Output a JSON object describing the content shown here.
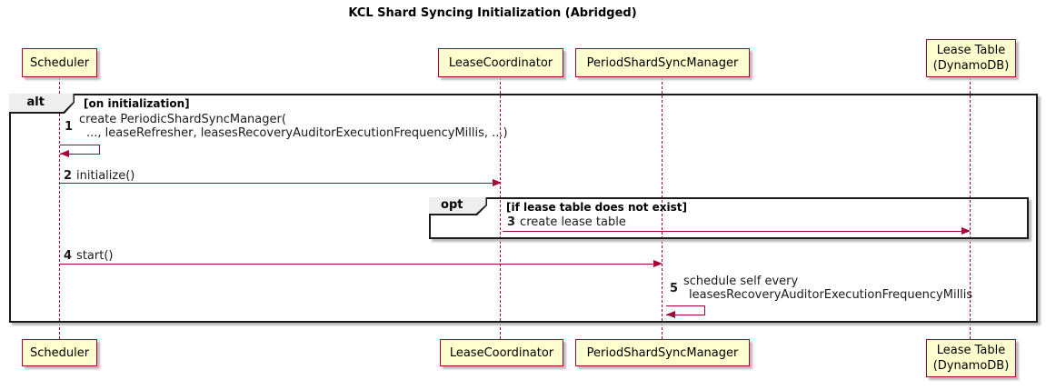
{
  "title": "KCL Shard Syncing Initialization (Abridged)",
  "colors": {
    "participant_fill": "#FEFECE",
    "participant_border": "#A80036",
    "arrow": "#A80036",
    "lifeline": "#A80036",
    "frame_border": "#1b1b1b",
    "frame_label_fill": "#EEEEEE",
    "shadow": "#BBBBBB",
    "background": "#FFFFFF",
    "text": "#1A1A1A"
  },
  "participants": [
    {
      "id": "scheduler",
      "lines": [
        "Scheduler"
      ]
    },
    {
      "id": "lease-coordinator",
      "lines": [
        "LeaseCoordinator"
      ]
    },
    {
      "id": "period-shard-sync-manager",
      "lines": [
        "PeriodShardSyncManager"
      ]
    },
    {
      "id": "lease-table",
      "lines": [
        "Lease Table",
        "(DynamoDB)"
      ]
    }
  ],
  "frames": [
    {
      "operator": "alt",
      "guard": "[on initialization]"
    },
    {
      "operator": "opt",
      "guard": "[if lease table does not exist]"
    }
  ],
  "messages": [
    {
      "num": "1",
      "lines": [
        "create PeriodicShardSyncManager(",
        "..., leaseRefresher, leasesRecoveryAuditorExecutionFrequencyMillis, ...)"
      ],
      "kind": "self",
      "from": "scheduler",
      "to": "scheduler"
    },
    {
      "num": "2",
      "text": "initialize()",
      "kind": "sync",
      "from": "scheduler",
      "to": "lease-coordinator"
    },
    {
      "num": "3",
      "text": "create lease table",
      "kind": "sync",
      "from": "lease-coordinator",
      "to": "lease-table"
    },
    {
      "num": "4",
      "text": "start()",
      "kind": "sync",
      "from": "scheduler",
      "to": "period-shard-sync-manager"
    },
    {
      "num": "5",
      "lines": [
        "schedule self every",
        "leasesRecoveryAuditorExecutionFrequencyMillis"
      ],
      "kind": "self",
      "from": "period-shard-sync-manager",
      "to": "period-shard-sync-manager"
    }
  ]
}
